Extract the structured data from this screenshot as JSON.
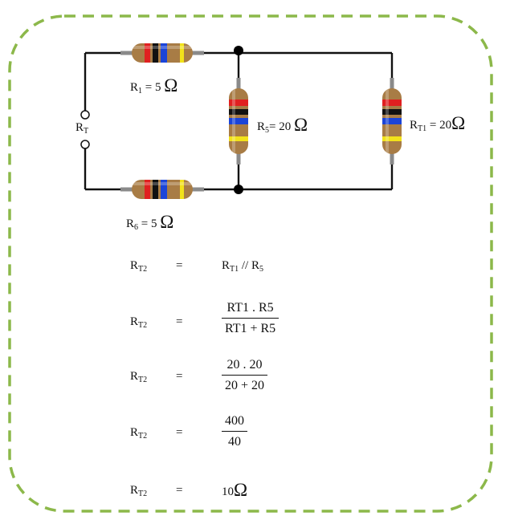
{
  "circuit": {
    "r1": {
      "name": "R",
      "sub": "1",
      "value": "= 5",
      "unit": "Ω"
    },
    "r5": {
      "name": "R",
      "sub": "5",
      "value": "= 20",
      "unit": "Ω"
    },
    "rt1": {
      "name": "R",
      "sub": "T1",
      "value": "= 20",
      "unit": "Ω"
    },
    "r6": {
      "name": "R",
      "sub": "6",
      "value": "= 5",
      "unit": "Ω"
    },
    "rt": {
      "name": "R",
      "sub": "T"
    }
  },
  "equations": {
    "lhs_name": "R",
    "lhs_sub": "T2",
    "sign": "=",
    "row1": {
      "a_name": "R",
      "a_sub": "T1",
      "op": " // ",
      "b_name": "R",
      "b_sub": "5"
    },
    "row2": {
      "num": "RT1 . R5",
      "den": "RT1 + R5"
    },
    "row3": {
      "num": "20 . 20",
      "den": "20 + 20"
    },
    "row4": {
      "num": "400",
      "den": "40"
    },
    "row5": {
      "value": "10",
      "unit": "Ω"
    }
  },
  "colors": {
    "frame_border": "#8cb84a",
    "resistor_body": "#a87c45",
    "band_red": "#e02020",
    "band_black": "#111111",
    "band_blue": "#1b44d8",
    "band_yellow": "#f2e21a",
    "lead": "#8a8a8a"
  }
}
